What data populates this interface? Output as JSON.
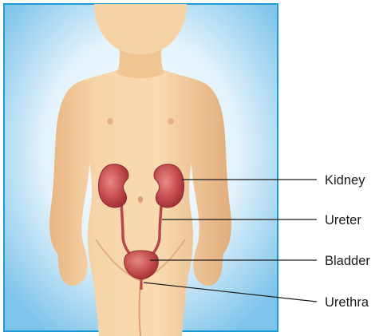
{
  "labels": {
    "kidney": "Kidney",
    "ureter": "Ureter",
    "bladder": "Bladder",
    "urethra": "Urethra"
  },
  "colors": {
    "frame_border": "#1e9ad6",
    "background_center": "#ffffff",
    "background_edge": "#7fc4ea",
    "skin": "#f4cfa0",
    "skin_shadow": "#e2ad7c",
    "organ": "#c0444a",
    "organ_light": "#e07a78",
    "leader_line": "#1a1a1a"
  }
}
